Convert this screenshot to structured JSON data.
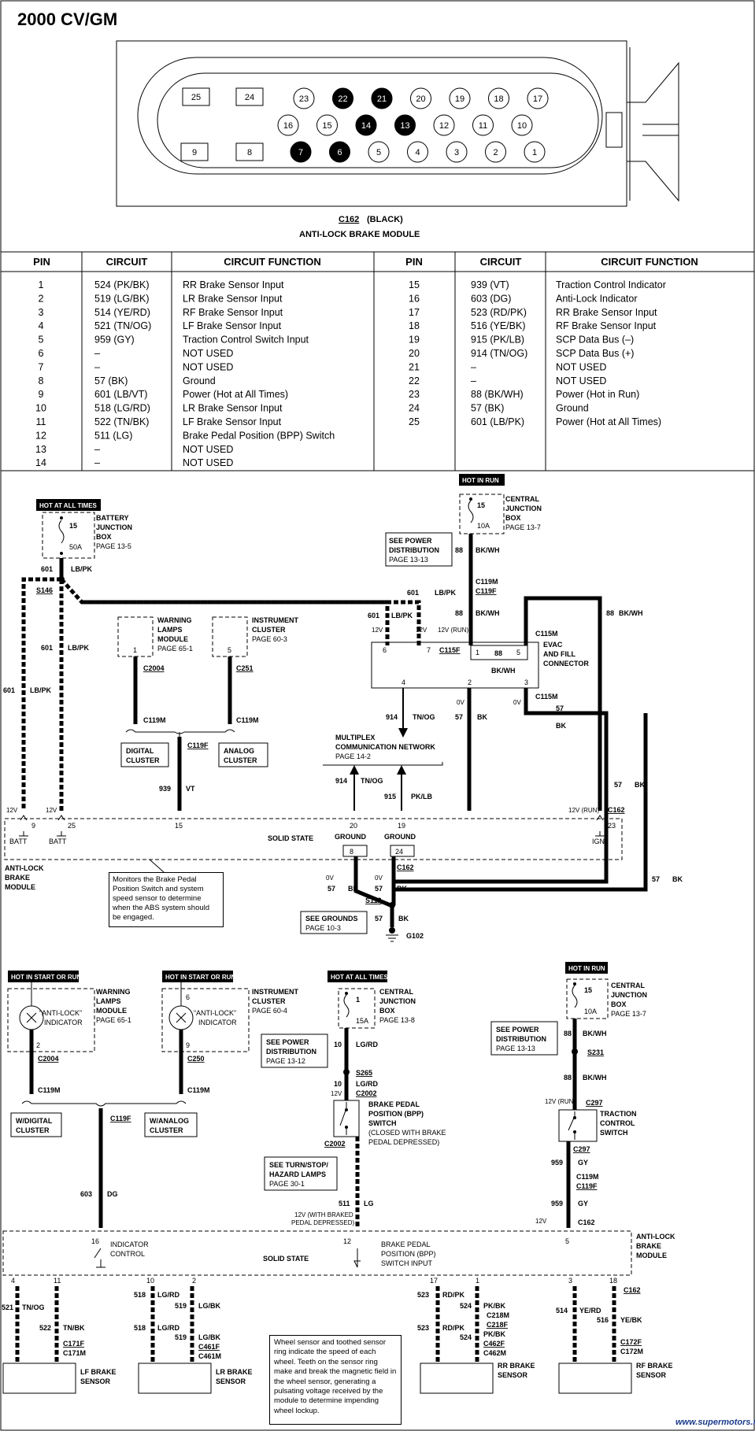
{
  "title": "2000 CV/GM",
  "connector": {
    "id": "C162",
    "color": "(BLACK)",
    "name": "ANTI-LOCK BRAKE MODULE",
    "pins_row1": [
      "23",
      "22",
      "21",
      "20",
      "19",
      "18",
      "17"
    ],
    "pins_row2": [
      "16",
      "15",
      "14",
      "13",
      "12",
      "11",
      "10"
    ],
    "pins_row3": [
      "7",
      "6",
      "5",
      "4",
      "3",
      "2",
      "1"
    ],
    "square_pins_top": [
      "25",
      "24"
    ],
    "square_pins_bottom": [
      "9",
      "8"
    ],
    "filled_pins": [
      "22",
      "21",
      "14",
      "13",
      "7",
      "6"
    ]
  },
  "pin_table": {
    "headers": [
      "PIN",
      "CIRCUIT",
      "CIRCUIT FUNCTION",
      "PIN",
      "CIRCUIT",
      "CIRCUIT FUNCTION"
    ],
    "left_rows": [
      [
        "1",
        "524 (PK/BK)",
        "RR Brake Sensor Input"
      ],
      [
        "2",
        "519 (LG/BK)",
        "LR Brake Sensor Input"
      ],
      [
        "3",
        "514 (YE/RD)",
        "RF Brake Sensor Input"
      ],
      [
        "4",
        "521 (TN/OG)",
        "LF Brake Sensor Input"
      ],
      [
        "5",
        "959 (GY)",
        "Traction Control Switch Input"
      ],
      [
        "6",
        "–",
        "NOT USED"
      ],
      [
        "7",
        "–",
        "NOT USED"
      ],
      [
        "8",
        "57 (BK)",
        "Ground"
      ],
      [
        "9",
        "601 (LB/VT)",
        "Power (Hot at All Times)"
      ],
      [
        "10",
        "518 (LG/RD)",
        "LR Brake Sensor Input"
      ],
      [
        "11",
        "522 (TN/BK)",
        "LF Brake Sensor Input"
      ],
      [
        "12",
        "511 (LG)",
        "Brake Pedal Position (BPP) Switch"
      ],
      [
        "13",
        "–",
        "NOT USED"
      ],
      [
        "14",
        "–",
        "NOT USED"
      ]
    ],
    "right_rows": [
      [
        "15",
        "939 (VT)",
        "Traction Control Indicator"
      ],
      [
        "16",
        "603 (DG)",
        "Anti-Lock Indicator"
      ],
      [
        "17",
        "523 (RD/PK)",
        "RR Brake Sensor Input"
      ],
      [
        "18",
        "516 (YE/BK)",
        "RF Brake Sensor Input"
      ],
      [
        "19",
        "915 (PK/LB)",
        "SCP Data Bus (–)"
      ],
      [
        "20",
        "914 (TN/OG)",
        "SCP Data Bus (+)"
      ],
      [
        "21",
        "–",
        "NOT USED"
      ],
      [
        "22",
        "–",
        "NOT USED"
      ],
      [
        "23",
        "88 (BK/WH)",
        "Power (Hot in Run)"
      ],
      [
        "24",
        "57 (BK)",
        "Ground"
      ],
      [
        "25",
        "601 (LB/PK)",
        "Power (Hot at All Times)"
      ]
    ]
  },
  "upper_diagram": {
    "hot_at_all_times": "HOT AT ALL TIMES",
    "hot_in_run": "HOT IN RUN",
    "battery_junction_box": [
      "BATTERY",
      "JUNCTION",
      "BOX",
      "PAGE 13-5"
    ],
    "fuse_15": "15",
    "fuse_50a": "50A",
    "central_junction_box": [
      "CENTRAL",
      "JUNCTION",
      "BOX",
      "PAGE 13-7"
    ],
    "fuse_10a": "10A",
    "see_power_distribution": [
      "SEE POWER",
      "DISTRIBUTION",
      "PAGE 13-13"
    ],
    "w601": "601",
    "lbpk": "LB/PK",
    "s146": "S146",
    "w88": "88",
    "bkwh": "BK/WH",
    "c119m": "C119M",
    "c119f": "C119F",
    "c115m": "C115M",
    "c115f": "C115F",
    "evac": [
      "EVAC",
      "AND FILL",
      "CONNECTOR"
    ],
    "warning_lamps": [
      "WARNING",
      "LAMPS",
      "MODULE",
      "PAGE 65-1"
    ],
    "instrument_cluster": [
      "INSTRUMENT",
      "CLUSTER",
      "PAGE 60-3"
    ],
    "c2004": "C2004",
    "c251": "C251",
    "digital_cluster": [
      "DIGITAL",
      "CLUSTER"
    ],
    "analog_cluster": [
      "ANALOG",
      "CLUSTER"
    ],
    "w939": "939",
    "vt": "VT",
    "w914": "914",
    "tnog": "TN/OG",
    "w915": "915",
    "pklb": "PK/LB",
    "w57": "57",
    "bk": "BK",
    "multiplex": [
      "MULTIPLEX",
      "COMMUNICATION NETWORK",
      "PAGE 14-2"
    ],
    "v12": "12V",
    "v12run": "12V (RUN)",
    "v0": "0V",
    "c162": "C162",
    "solid_state": "SOLID STATE",
    "ground": "GROUND",
    "batt": "BATT",
    "ign": "IGN",
    "abm": [
      "ANTI-LOCK",
      "BRAKE",
      "MODULE"
    ],
    "monitors_note": "Monitors the Brake Pedal Position Switch and system speed sensor to determine when the ABS system should be engaged.",
    "s112": "S112",
    "see_grounds": [
      "SEE GROUNDS",
      "PAGE 10-3"
    ],
    "g102": "G102",
    "pin_9": "9",
    "pin_25": "25",
    "pin_15": "15",
    "pin_20": "20",
    "pin_19": "19",
    "pin_23": "23",
    "pin_8": "8",
    "pin_24": "24",
    "pin_1": "1",
    "pin_5": "5",
    "pin_6": "6",
    "pin_7": "7",
    "pin_4": "4",
    "pin_2": "2",
    "pin_3": "3"
  },
  "lower_diagram": {
    "hot_in_start_or_run": "HOT IN START OR RUN",
    "hot_at_all_times": "HOT AT ALL TIMES",
    "hot_in_run": "HOT IN RUN",
    "warning_lamps": [
      "WARNING",
      "LAMPS",
      "MODULE",
      "PAGE 65-1"
    ],
    "instrument_cluster": [
      "INSTRUMENT",
      "CLUSTER",
      "PAGE 60-4"
    ],
    "anti_lock_indicator": [
      "“ANTI-LOCK”",
      "INDICATOR"
    ],
    "c2004": "C2004",
    "c250": "C250",
    "c119m": "C119M",
    "c119f": "C119F",
    "w_digital": [
      "W/DIGITAL",
      "CLUSTER"
    ],
    "w_analog": [
      "W/ANALOG",
      "CLUSTER"
    ],
    "w603": "603",
    "dg": "DG",
    "central_jb_8": [
      "CENTRAL",
      "JUNCTION",
      "BOX",
      "PAGE 13-8"
    ],
    "fuse_1": "1",
    "fuse_15a": "15A",
    "see_power_13_12": [
      "SEE POWER",
      "DISTRIBUTION",
      "PAGE 13-12"
    ],
    "w10": "10",
    "lgrd": "LG/RD",
    "s265": "S265",
    "c2002": "C2002",
    "bpp_switch": [
      "BRAKE PEDAL",
      "POSITION (BPP)",
      "SWITCH",
      "(CLOSED WITH BRAKE",
      "PEDAL DEPRESSED)"
    ],
    "see_turn": [
      "SEE TURN/STOP/",
      "HAZARD LAMPS",
      "PAGE 30-1"
    ],
    "w511": "511",
    "lg": "LG",
    "v12_braked": [
      "12V (WITH BRAKED",
      "PEDAL DEPRESSED)"
    ],
    "central_jb_7": [
      "CENTRAL",
      "JUNCTION",
      "BOX",
      "PAGE 13-7"
    ],
    "fuse_15": "15",
    "fuse_10a": "10A",
    "see_power_13_13": [
      "SEE POWER",
      "DISTRIBUTION",
      "PAGE 13-13"
    ],
    "w88": "88",
    "bkwh": "BK/WH",
    "s231": "S231",
    "c297": "C297",
    "v12run": "12V (RUN)",
    "v12": "12V",
    "traction": [
      "TRACTION",
      "CONTROL",
      "SWITCH"
    ],
    "w959": "959",
    "gy": "GY",
    "c162": "C162",
    "indicator_control": [
      "INDICATOR",
      "CONTROL"
    ],
    "solid_state": "SOLID STATE",
    "bpp_input": [
      "BRAKE PEDAL",
      "POSITION (BPP)",
      "SWITCH INPUT"
    ],
    "abm": [
      "ANTI-LOCK",
      "BRAKE",
      "MODULE"
    ],
    "pin_16": "16",
    "pin_12": "12",
    "pin_5": "5",
    "pin_4": "4",
    "pin_11": "11",
    "pin_10": "10",
    "pin_2": "2",
    "pin_17": "17",
    "pin_1": "1",
    "pin_3": "3",
    "pin_18": "18",
    "pin_9": "9",
    "pin_6": "6",
    "w521": "521",
    "tnog": "TN/OG",
    "w522": "522",
    "tnbk": "TN/BK",
    "w518": "518",
    "lgrd2": "LG/RD",
    "w519": "519",
    "lgbk": "LG/BK",
    "w523": "523",
    "rdpk": "RD/PK",
    "w524": "524",
    "pkbk": "PK/BK",
    "w514": "514",
    "yerd": "YE/RD",
    "w516": "516",
    "yebk": "YE/BK",
    "c171f": "C171F",
    "c171m": "C171M",
    "c461f": "C461F",
    "c461m": "C461M",
    "c218m": "C218M",
    "c218f": "C218F",
    "c462f": "C462F",
    "c462m": "C462M",
    "c172f": "C172F",
    "c172m": "C172M",
    "lf_sensor": [
      "LF BRAKE",
      "SENSOR"
    ],
    "lr_sensor": [
      "LR BRAKE",
      "SENSOR"
    ],
    "rr_sensor": [
      "RR BRAKE",
      "SENSOR"
    ],
    "rf_sensor": [
      "RF BRAKE",
      "SENSOR"
    ],
    "wheel_note": "Wheel sensor and toothed sensor ring indicate the speed of each wheel. Teeth on the sensor ring make and break the magnetic field in the wheel sensor, generating a pulsating voltage received by the module to determine impending wheel lockup."
  },
  "watermark": "www.supermotors.net"
}
